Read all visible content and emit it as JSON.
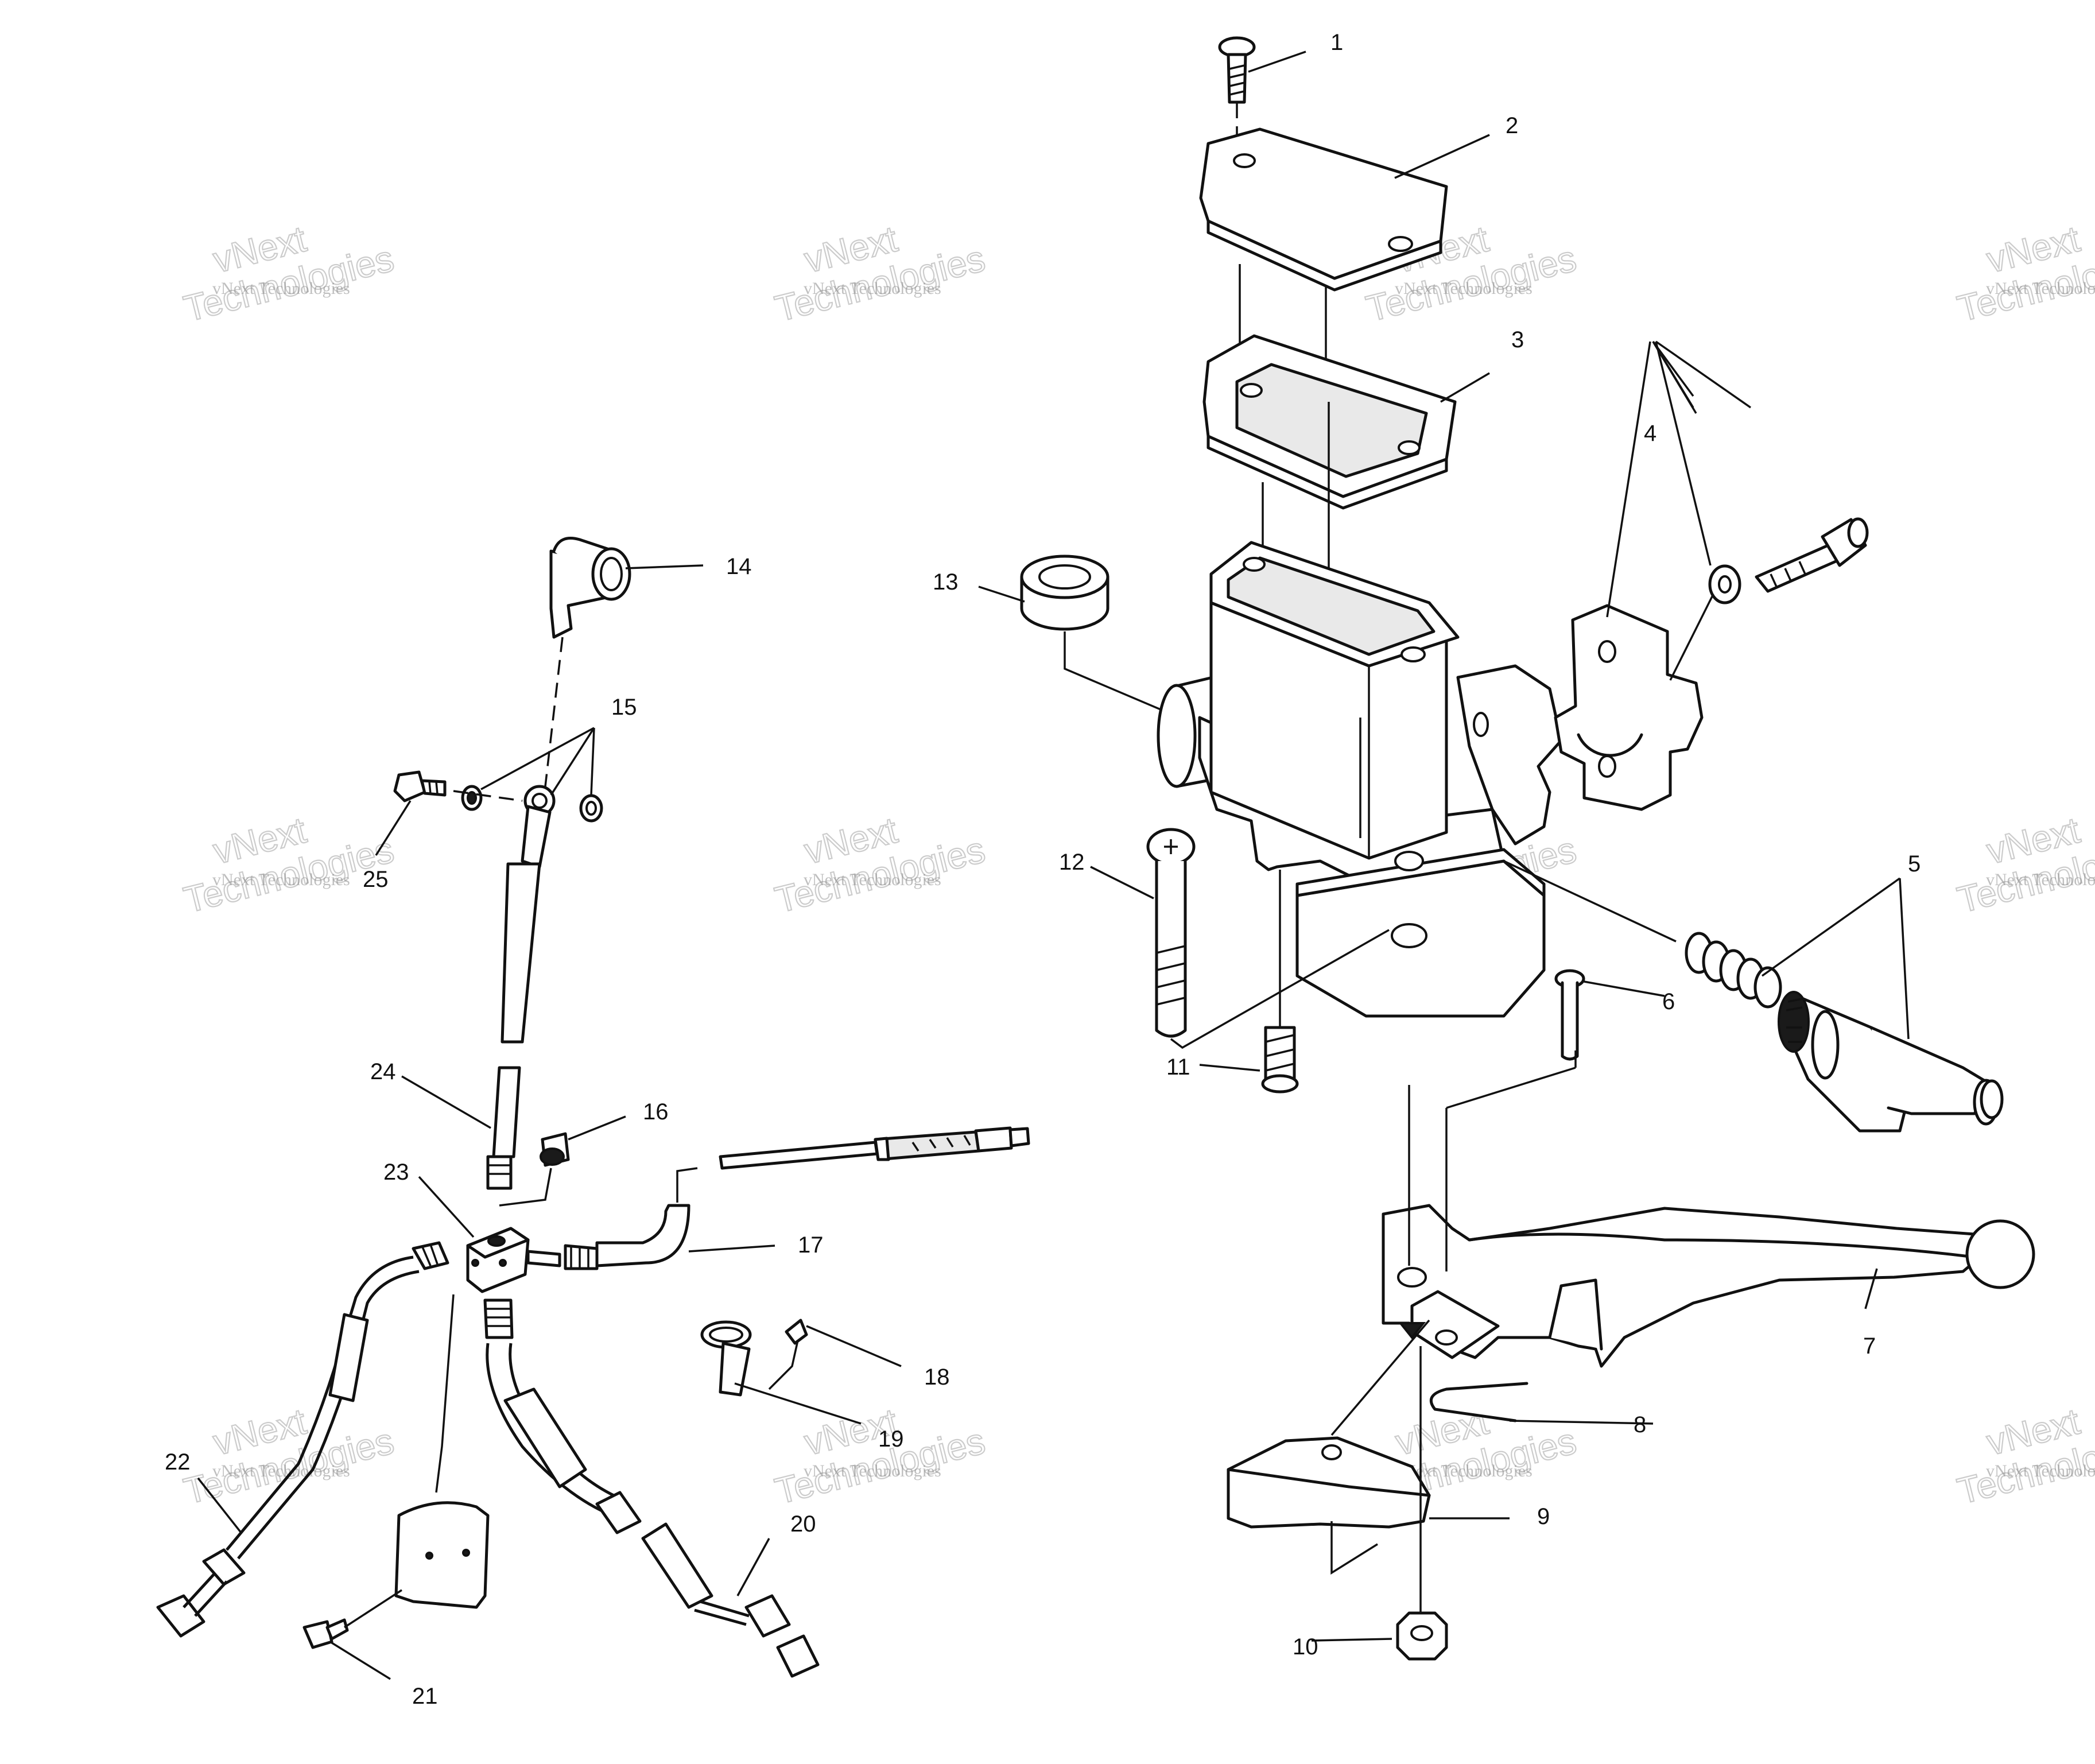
{
  "callouts": [
    "1",
    "2",
    "3",
    "4",
    "5",
    "6",
    "7",
    "8",
    "9",
    "10",
    "11",
    "12",
    "13",
    "14",
    "15",
    "16",
    "17",
    "18",
    "19",
    "20",
    "21",
    "22",
    "23",
    "24",
    "25"
  ],
  "watermark": {
    "line1": "vNext Technologies",
    "line2": "vNext",
    "line3": "Technologies"
  }
}
